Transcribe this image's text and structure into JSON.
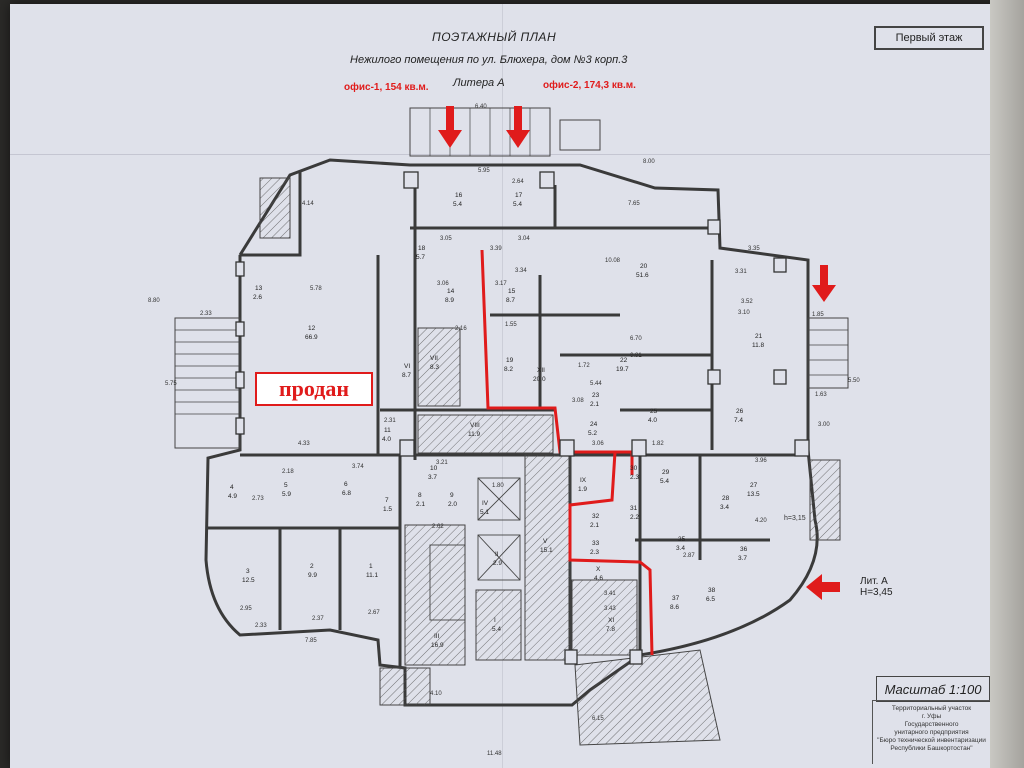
{
  "header": {
    "title": "ПОЭТАЖНЫЙ ПЛАН",
    "subtitle": "Нежилого помещения по ул. Блюхера, дом №3 корп.3",
    "liter": "Литера  А",
    "floor": "Первый этаж"
  },
  "offices": {
    "office1": "офис-1, 154 кв.м.",
    "office2": "офис-2, 174,3 кв.м."
  },
  "sold_label": "продан",
  "scale": "Масштаб  1:100",
  "lit_block": {
    "line1": "Лит. А",
    "line2": "Н=3,45"
  },
  "height_note": "h=3,15",
  "stamp": {
    "line1": "Территориальный участок",
    "line2": "г. Уфы",
    "line3": "Государственного",
    "line4": "унитарного предприятия",
    "line5": "\"Бюро технической инвентаризации",
    "line6": "Республики Башкортостан\""
  },
  "colors": {
    "paper": "#dfe1ea",
    "walls": "#3a3a3a",
    "hatch": "#555555",
    "accent_red": "#e01b1b"
  },
  "icons": [
    "arrow-down-icon",
    "arrow-left-icon"
  ],
  "dimensions": [
    "6.40",
    "5.95",
    "2.64",
    "8.00",
    "7.65",
    "4.14",
    "3.05",
    "3.04",
    "3.39",
    "3.34",
    "10.08",
    "3.35",
    "3.31",
    "5.78",
    "3.06",
    "3.17",
    "3.52",
    "3.10",
    "2.33",
    "6.70",
    "6.81",
    "5.44",
    "4.33",
    "3.08",
    "3.06",
    "2.31",
    "2.18",
    "2.73",
    "3.74",
    "3.21",
    "1.80",
    "2.62",
    "3.96",
    "4.20",
    "2.87",
    "3.41",
    "3.43",
    "2.95",
    "2.37",
    "2.67",
    "2.33",
    "7.85",
    "4.10",
    "6.15",
    "11.48",
    "1.85",
    "1.63",
    "3.00",
    "5.50",
    "8.80",
    "5.75",
    "2.16",
    "1.55",
    "1.72",
    "1.82"
  ],
  "rooms": [
    {
      "num": "12",
      "area": "66.9"
    },
    {
      "num": "20",
      "area": "51.6"
    },
    {
      "num": "22",
      "area": "19.7"
    },
    {
      "num": "21",
      "area": "11.8"
    },
    {
      "num": "XII",
      "area": "20.0"
    },
    {
      "num": "VII",
      "area": "8.3"
    },
    {
      "num": "VI",
      "area": "8.7"
    },
    {
      "num": "VIII",
      "area": "11.9"
    },
    {
      "num": "11",
      "area": "4.0"
    },
    {
      "num": "19",
      "area": "8.2"
    },
    {
      "num": "14",
      "area": "8.9"
    },
    {
      "num": "15",
      "area": "8.7"
    },
    {
      "num": "16",
      "area": "5.4"
    },
    {
      "num": "17",
      "area": "5.4"
    },
    {
      "num": "24",
      "area": "5.2"
    },
    {
      "num": "25",
      "area": "4.0"
    },
    {
      "num": "26",
      "area": "7.4"
    },
    {
      "num": "27",
      "area": "13.5"
    },
    {
      "num": "28",
      "area": "3.4"
    },
    {
      "num": "29",
      "area": "5.4"
    },
    {
      "num": "30",
      "area": "2.3"
    },
    {
      "num": "31",
      "area": "2.2"
    },
    {
      "num": "32",
      "area": "2.1"
    },
    {
      "num": "33",
      "area": "2.3"
    },
    {
      "num": "35",
      "area": "3.4"
    },
    {
      "num": "36",
      "area": "3.7"
    },
    {
      "num": "37",
      "area": "8.6"
    },
    {
      "num": "38",
      "area": "6.5"
    },
    {
      "num": "XI",
      "area": "7.8"
    },
    {
      "num": "X",
      "area": "4.6"
    },
    {
      "num": "V",
      "area": "15.1"
    },
    {
      "num": "1",
      "area": "11.1"
    },
    {
      "num": "2",
      "area": "9.9"
    },
    {
      "num": "3",
      "area": "12.5"
    },
    {
      "num": "4",
      "area": "4.9"
    },
    {
      "num": "5",
      "area": "5.9"
    },
    {
      "num": "6",
      "area": "6.8"
    },
    {
      "num": "7",
      "area": "1.5"
    },
    {
      "num": "8",
      "area": "2.1"
    },
    {
      "num": "9",
      "area": "2.0"
    },
    {
      "num": "10",
      "area": "3.7"
    },
    {
      "num": "III",
      "area": "16.9"
    },
    {
      "num": "IV",
      "area": "5.1"
    },
    {
      "num": "II",
      "area": "2.9"
    },
    {
      "num": "I",
      "area": "5.4"
    },
    {
      "num": "13",
      "area": "2.6"
    },
    {
      "num": "18",
      "area": "5.7"
    },
    {
      "num": "23",
      "area": "2.1"
    },
    {
      "num": "IX",
      "area": "1.9"
    }
  ]
}
